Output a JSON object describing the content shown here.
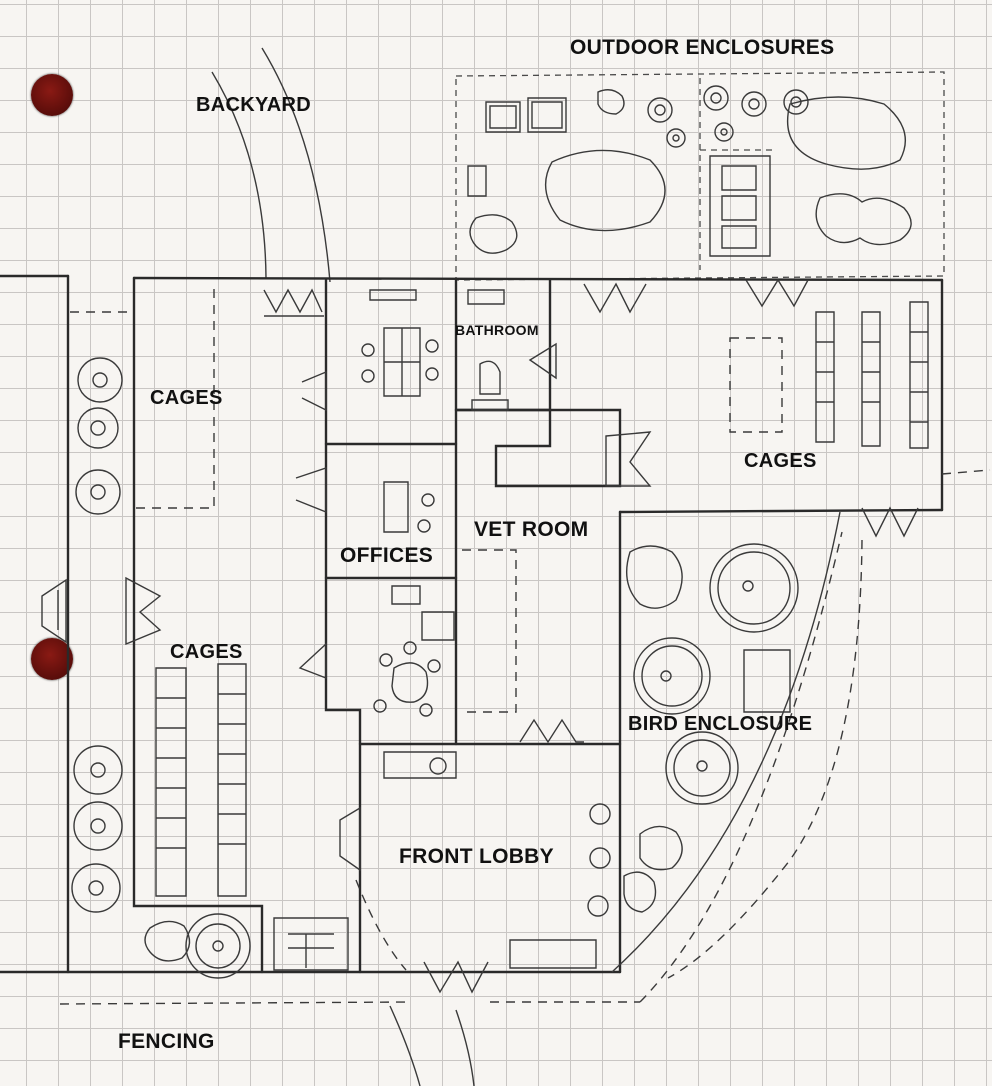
{
  "labels": {
    "outdoor_enclosures": "OUTDOOR ENCLOSURES",
    "backyard": "BACKYARD",
    "bathroom": "BATHROOM",
    "cages_west_upper": "CAGES",
    "cages_east": "CAGES",
    "cages_west_lower": "CAGES",
    "offices": "OFFICES",
    "vet_room": "VET ROOM",
    "bird_enclosure": "BIRD ENCLOSURE",
    "front_lobby": "FRONT LOBBY",
    "fencing": "FENCING"
  },
  "colors": {
    "paper": "#f7f5f2",
    "grid": "#c9c6c4",
    "ink": "#2a2a2a",
    "binder_hole": "#6b120e"
  }
}
